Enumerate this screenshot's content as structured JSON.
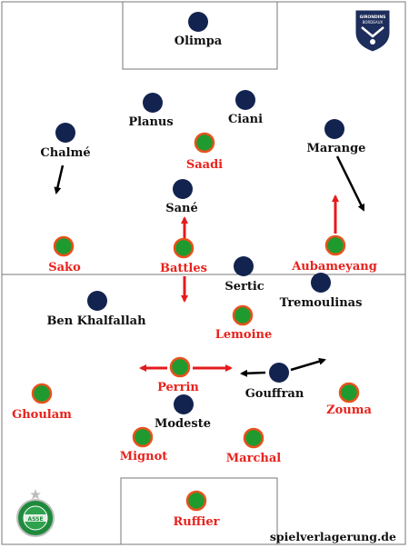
{
  "watermark": "spielverlagerung.de",
  "colors": {
    "navy_team": "#13234f",
    "green_team": "#1f9a2e",
    "green_ring": "#e8521c",
    "red_text": "#e8221c",
    "black_text": "#111111",
    "red_arrow": "#e41a1c",
    "black_arrow": "#000000",
    "pitch_line": "#777777"
  },
  "logos": {
    "top_right": {
      "lines": [
        "GIRONDINS",
        "BORDEAUX"
      ]
    },
    "bottom_left": {
      "lines": [
        "ASSE"
      ]
    }
  },
  "players": {
    "navy": [
      {
        "name": "Olimpa"
      },
      {
        "name": "Planus"
      },
      {
        "name": "Ciani"
      },
      {
        "name": "Chalmé"
      },
      {
        "name": "Marange"
      },
      {
        "name": "Sané"
      },
      {
        "name": "Sertic"
      },
      {
        "name": "Tremoulinas"
      },
      {
        "name": "Ben Khalfallah"
      },
      {
        "name": "Gouffran"
      },
      {
        "name": "Modeste"
      }
    ],
    "green": [
      {
        "name": "Saadi"
      },
      {
        "name": "Sako"
      },
      {
        "name": "Battles"
      },
      {
        "name": "Aubameyang"
      },
      {
        "name": "Lemoine"
      },
      {
        "name": "Perrin"
      },
      {
        "name": "Ghoulam"
      },
      {
        "name": "Zouma"
      },
      {
        "name": "Mignot"
      },
      {
        "name": "Marchal"
      },
      {
        "name": "Ruffier"
      }
    ]
  }
}
